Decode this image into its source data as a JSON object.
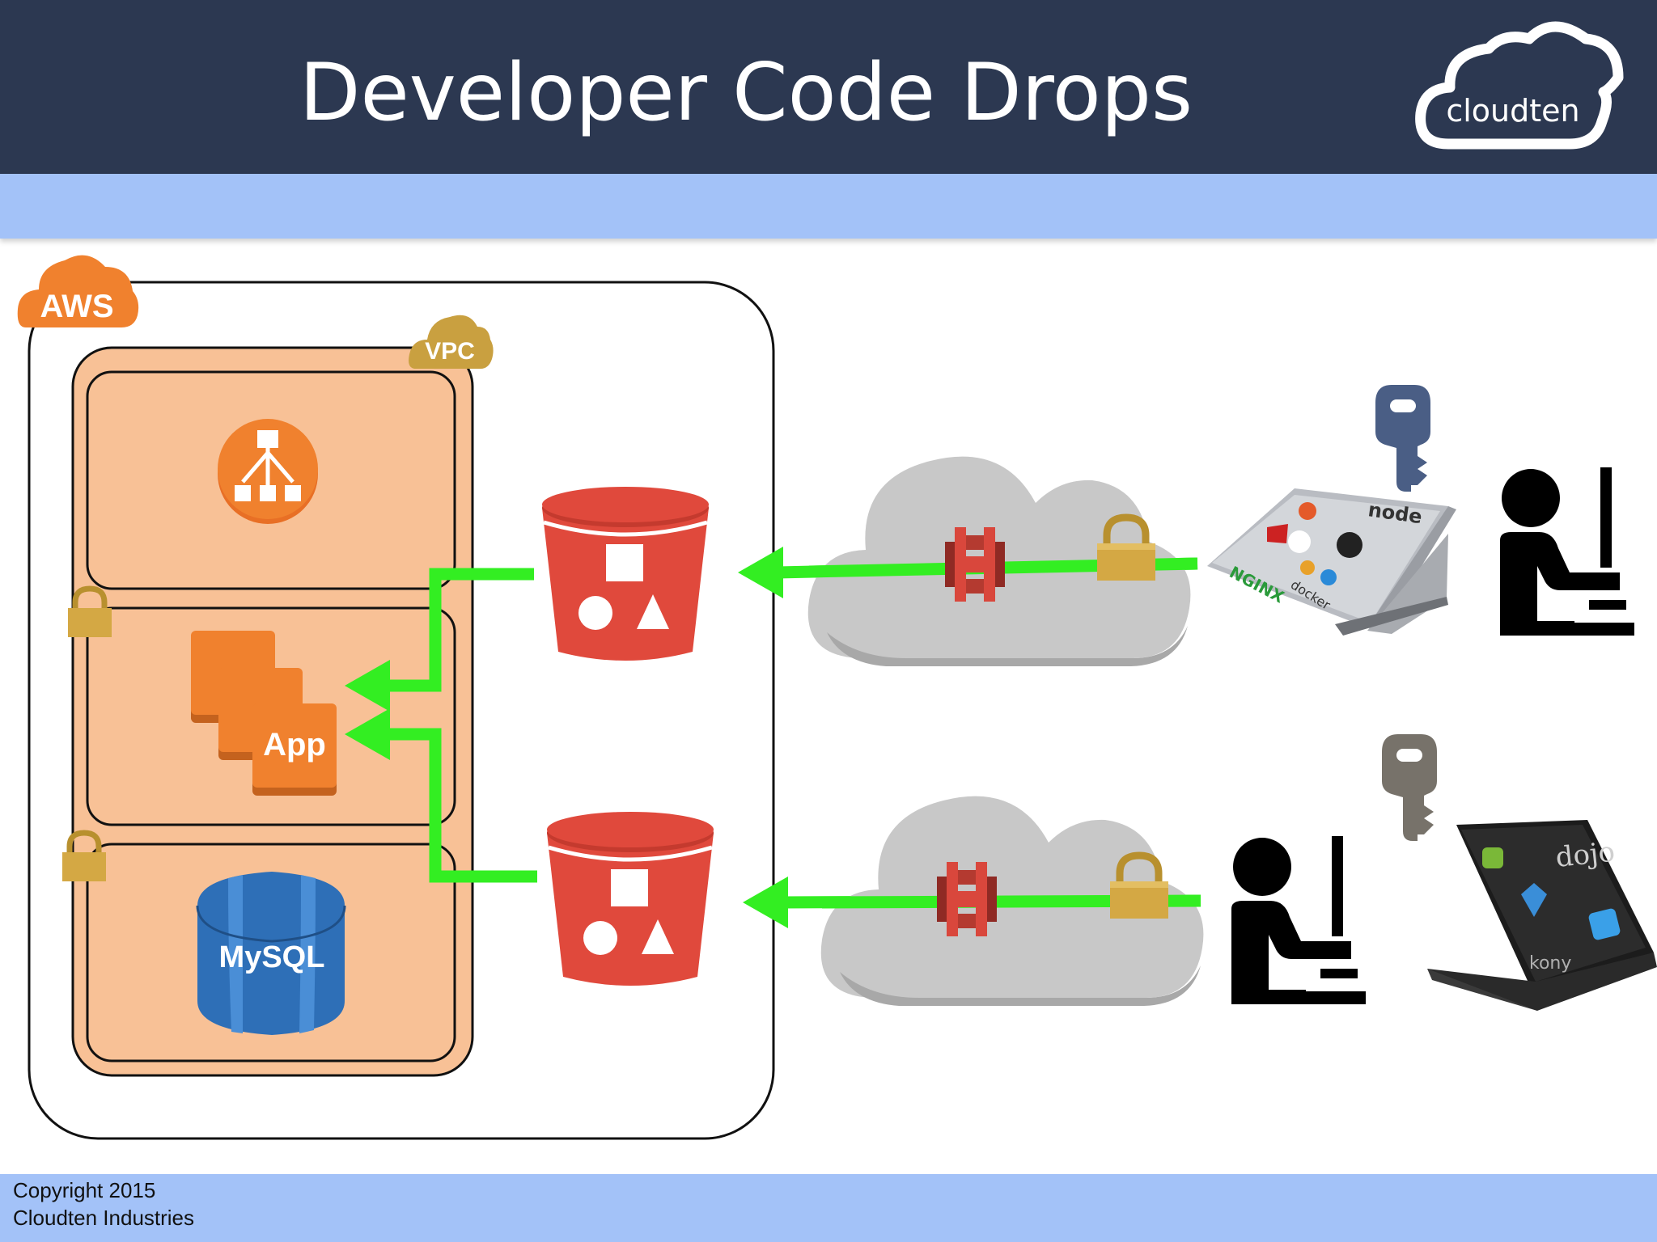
{
  "slide": {
    "title": "Developer Code Drops",
    "logo_text": "cloudten",
    "footer_line1": "Copyright  2015",
    "footer_line2": "Cloudten  Industries"
  },
  "diagram": {
    "aws_badge": "AWS",
    "vpc_badge": "VPC",
    "app_label": "App",
    "db_label": "MySQL",
    "laptop1_logos": [
      "node",
      "NGINX",
      "docker"
    ],
    "laptop2_logos": [
      "dojo",
      "kony"
    ]
  },
  "colors": {
    "header": "#2c3851",
    "band": "#a3c2f8",
    "aws_orange": "#f0812e",
    "vpc_gold": "#c9a040",
    "subnet_fill": "#f8c196",
    "bucket_red": "#e0493c",
    "arrow_green": "#33ee22",
    "cloud_gray": "#c8c8c8",
    "lock_gold": "#d4a844",
    "mysql_blue": "#2e6fb7"
  },
  "icons": [
    "cloudten-logo",
    "load-balancer-icon",
    "s3-bucket-icon",
    "api-gateway-icon",
    "padlock-icon",
    "key-icon",
    "developer-icon",
    "laptop-icon",
    "mysql-icon",
    "app-instances-icon"
  ]
}
